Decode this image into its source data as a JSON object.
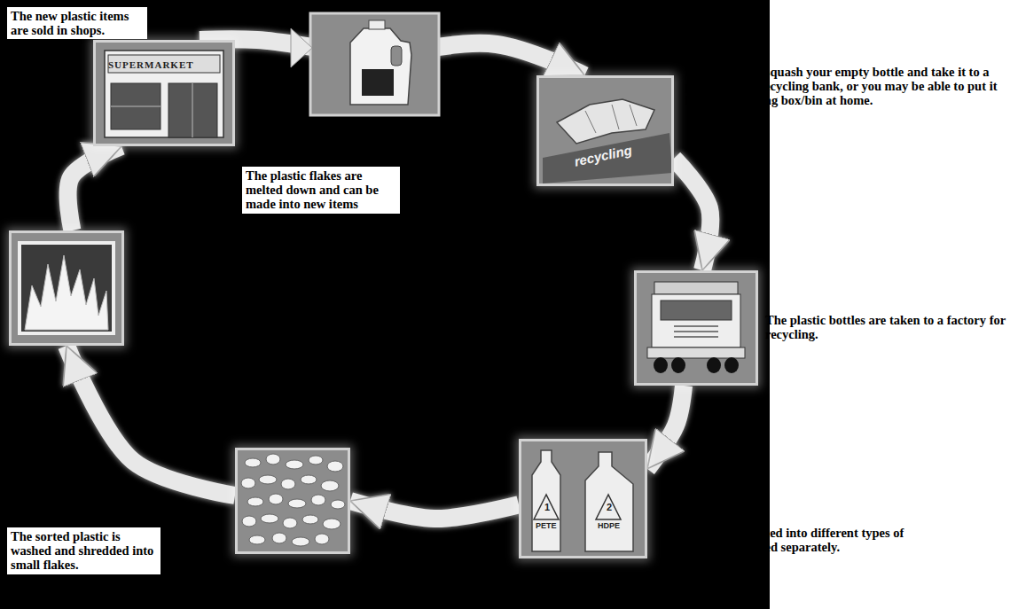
{
  "diagram": {
    "nodes": [
      {
        "text": [
          "recycling",
          "You wash and squash your empty bottle and take it to a plastic bottle recycling bank, or you may be able to put it in your recycling box/bin at home."
        ]
      },
      {
        "text": [
          "The plastic bottles are taken to a factory for recycling."
        ]
      },
      {
        "text": [
          "1",
          "PETE",
          "2",
          "HDPE",
          "The bottles are sorted into different types of plastic to be recycled separately."
        ]
      },
      {
        "text": [
          "The sorted plastic is washed and shredded into small flakes."
        ]
      },
      {
        "text": [
          "The plastic flakes are melted down and can be made into new items"
        ]
      },
      {
        "text": [
          "SUPERMARKET",
          "The new plastic items are sold in shops."
        ]
      }
    ],
    "edges": [
      {
        "from": 5,
        "to": 0,
        "arrow": "to"
      },
      {
        "from": 0,
        "to": 1,
        "arrow": "to"
      },
      {
        "from": 1,
        "to": 2,
        "arrow": "to"
      },
      {
        "from": 2,
        "to": 3,
        "arrow": "to"
      },
      {
        "from": 3,
        "to": 4,
        "arrow": "to"
      },
      {
        "from": 4,
        "to": 5,
        "arrow": "to"
      }
    ]
  }
}
